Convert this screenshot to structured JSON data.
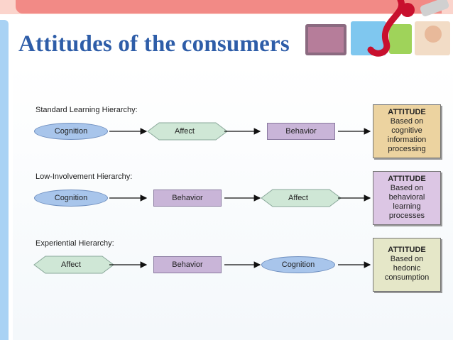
{
  "slide": {
    "title": "Attitudes of the consumers"
  },
  "colors": {
    "title": "#2e5da8",
    "cognition_fill": "#a8c5eb",
    "affect_fill": "#cfe7d6",
    "behavior_fill": "#c9b5d8",
    "attitude_fill_1": "#ecd3a0",
    "attitude_fill_2": "#dcc6e4",
    "attitude_fill_3": "#e5e7c8"
  },
  "hierarchies": [
    {
      "label": "Standard Learning Hierarchy:",
      "nodes": [
        {
          "text": "Cognition",
          "shape": "ellipse"
        },
        {
          "text": "Affect",
          "shape": "diamond"
        },
        {
          "text": "Behavior",
          "shape": "rect"
        }
      ],
      "attitude": {
        "heading": "ATTITUDE",
        "lines": [
          "Based on",
          "cognitive",
          "information",
          "processing"
        ]
      }
    },
    {
      "label": "Low-Involvement Hierarchy:",
      "nodes": [
        {
          "text": "Cognition",
          "shape": "ellipse"
        },
        {
          "text": "Behavior",
          "shape": "rect"
        },
        {
          "text": "Affect",
          "shape": "diamond"
        }
      ],
      "attitude": {
        "heading": "ATTITUDE",
        "lines": [
          "Based on",
          "behavioral",
          "learning",
          "processes"
        ]
      }
    },
    {
      "label": "Experiential Hierarchy:",
      "nodes": [
        {
          "text": "Affect",
          "shape": "diamond"
        },
        {
          "text": "Behavior",
          "shape": "rect"
        },
        {
          "text": "Cognition",
          "shape": "ellipse"
        }
      ],
      "attitude": {
        "heading": "ATTITUDE",
        "lines": [
          "Based on",
          "hedonic",
          "consumption"
        ]
      }
    }
  ]
}
